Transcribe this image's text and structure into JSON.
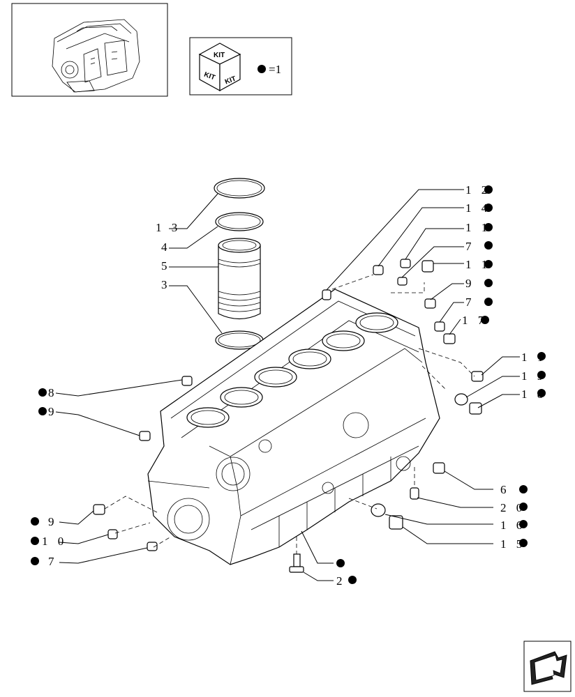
{
  "legend": {
    "kit_words": [
      "KIT",
      "KIT",
      "KIT"
    ],
    "equals_text": "=1"
  },
  "callouts": [
    {
      "id": "c1",
      "label": "1 2",
      "dot": true
    },
    {
      "id": "c2",
      "label": "1 4",
      "dot": true
    },
    {
      "id": "c3",
      "label": "1 1",
      "dot": true
    },
    {
      "id": "c4",
      "label": "7",
      "dot": true
    },
    {
      "id": "c5",
      "label": "1 1",
      "dot": true
    },
    {
      "id": "c6",
      "label": "9",
      "dot": true
    },
    {
      "id": "c7",
      "label": "7",
      "dot": true
    },
    {
      "id": "c8",
      "label": "1 7",
      "dot": true
    },
    {
      "id": "c9",
      "label": "1 1",
      "dot": true
    },
    {
      "id": "c10",
      "label": "1 9",
      "dot": true
    },
    {
      "id": "c11",
      "label": "1 8",
      "dot": true
    },
    {
      "id": "c12",
      "label": "1 3",
      "dot": false
    },
    {
      "id": "c13",
      "label": "4",
      "dot": false
    },
    {
      "id": "c14",
      "label": "5",
      "dot": false
    },
    {
      "id": "c15",
      "label": "3",
      "dot": false
    },
    {
      "id": "c16",
      "label": "8",
      "dot": true
    },
    {
      "id": "c17",
      "label": "9",
      "dot": true
    },
    {
      "id": "c18",
      "label": "9",
      "dot": true
    },
    {
      "id": "c19",
      "label": "1 0",
      "dot": true
    },
    {
      "id": "c20",
      "label": "7",
      "dot": true
    },
    {
      "id": "c21",
      "label": "6",
      "dot": true
    },
    {
      "id": "c22",
      "label": "2 0",
      "dot": true
    },
    {
      "id": "c23",
      "label": "1 6",
      "dot": true
    },
    {
      "id": "c24",
      "label": "1 5",
      "dot": true
    },
    {
      "id": "c25",
      "label": "",
      "dot": true
    },
    {
      "id": "c26",
      "label": "2",
      "dot": true
    }
  ]
}
